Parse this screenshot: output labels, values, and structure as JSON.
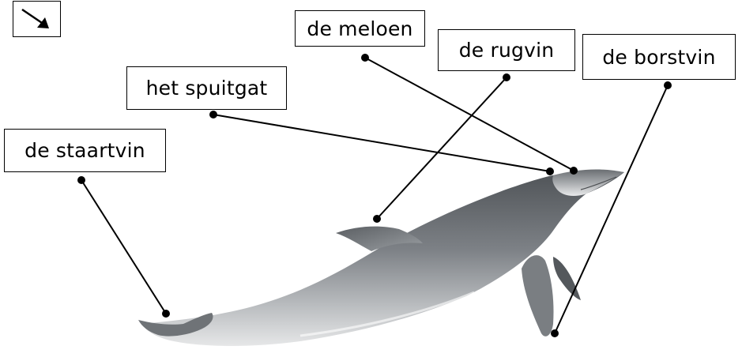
{
  "labels": {
    "meloen": "de meloen",
    "rugvin": "de rugvin",
    "borstvin": "de borstvin",
    "spuitgat": "het spuitgat",
    "staartvin": "de staartvin"
  },
  "colors": {
    "ink": "#000000",
    "dolphin_dark": "#5e6266",
    "dolphin_mid": "#8d9196",
    "dolphin_light": "#d9dbdd"
  },
  "icon": "arrow-down-right-icon"
}
